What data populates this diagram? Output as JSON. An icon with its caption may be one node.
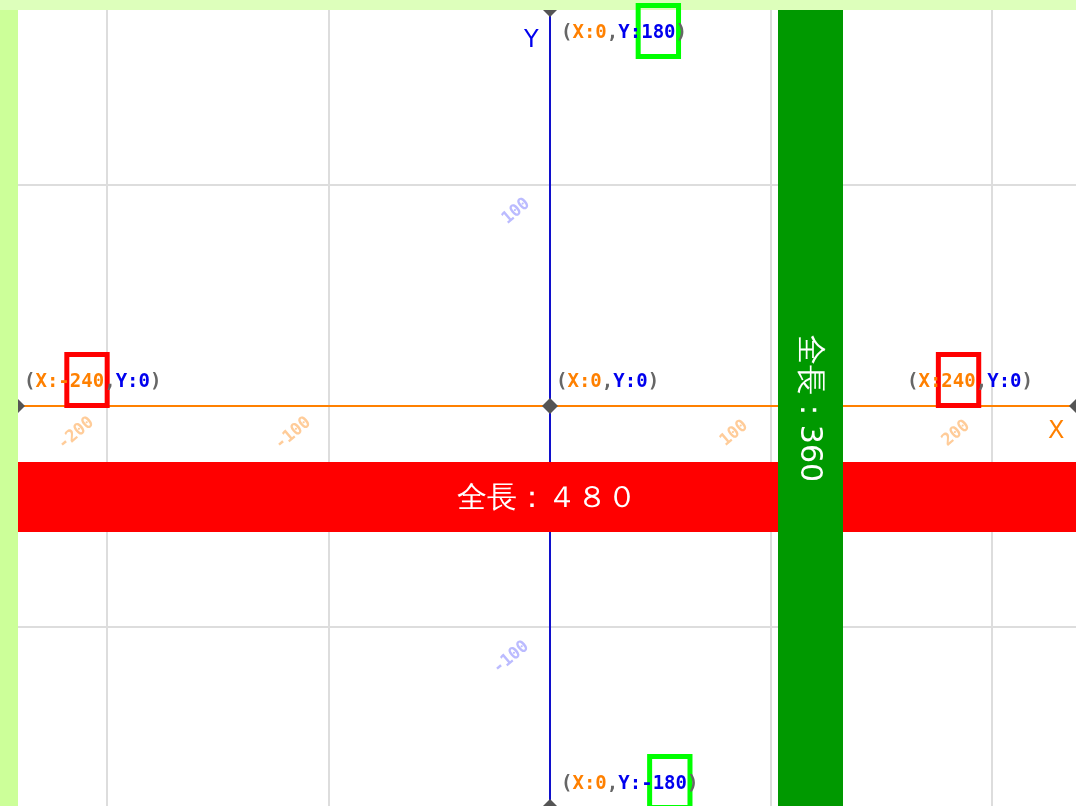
{
  "diagram": {
    "nodes": [
      {
        "text": [
          "全長：４８０"
        ]
      },
      {
        "text": [
          "全長：360"
        ]
      }
    ],
    "labels": [
      "Y",
      "(X:0,Y:180)",
      "100",
      "(X:-240,Y:0)",
      "(X:0,Y:0)",
      "(X:240,Y:0)",
      "-200",
      "-100",
      "100",
      "200",
      "X",
      "-100",
      "(X:0,Y:-180)"
    ]
  }
}
